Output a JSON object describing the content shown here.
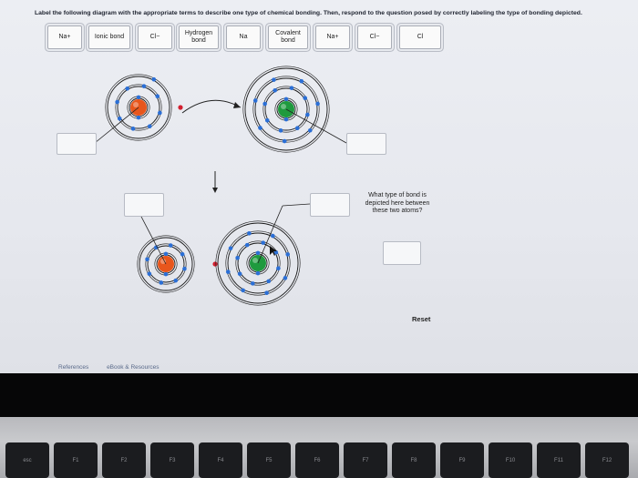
{
  "instruction": "Label the following diagram with the appropriate terms to describe one type of chemical bonding. Then, respond to the question posed by correctly labeling the type of bonding depicted.",
  "labels": [
    {
      "text": "Na+"
    },
    {
      "text": "Ionic bond"
    },
    {
      "text": "Cl−"
    },
    {
      "text": "Hydrogen bond"
    },
    {
      "text": "Na"
    },
    {
      "text": "Covalent bond"
    },
    {
      "text": "Na+"
    },
    {
      "text": "Cl−"
    },
    {
      "text": "Cl"
    }
  ],
  "question": "What type of bond is depicted here between these two atoms?",
  "reset_label": "Reset",
  "footer": {
    "references": "References",
    "ebook": "eBook & Resources"
  },
  "keyboard": {
    "keys": [
      "esc",
      "F1",
      "F2",
      "F3",
      "F4",
      "F5",
      "F6",
      "F7",
      "F8",
      "F9",
      "F10",
      "F11",
      "F12"
    ]
  },
  "colors": {
    "sodium": "#e8561c",
    "chlorine": "#1f9a3e",
    "electron": "#2b6fd6",
    "transferred_electron": "#d22030"
  }
}
